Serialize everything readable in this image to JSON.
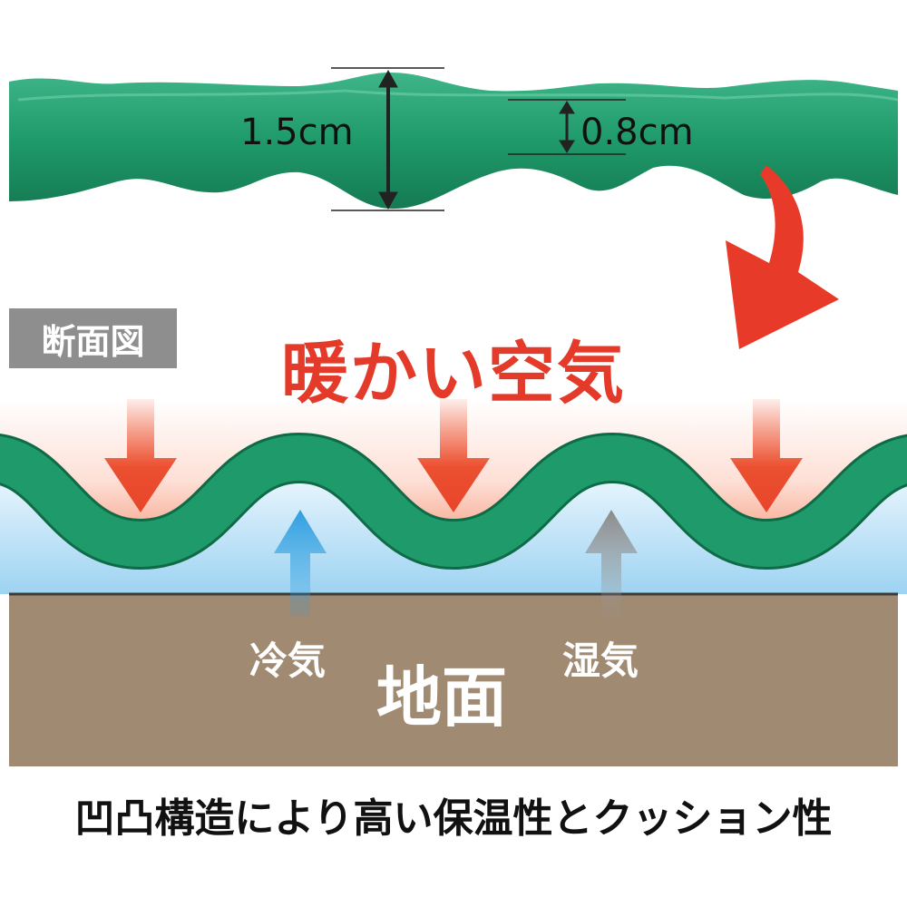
{
  "measurements": {
    "thick": "1.5cm",
    "thin": "0.8cm"
  },
  "section_label": "断面図",
  "warm_air_label": "暖かい空気",
  "cold_air_label": "冷気",
  "moisture_label": "湿気",
  "ground_label": "地面",
  "caption": "凹凸構造により高い保温性とクッション性",
  "colors": {
    "mat_green": "#1f9a6a",
    "warm_red": "#e33a2a",
    "ground_brown": "#a08a72",
    "cold_blue": "#2e9ee0",
    "label_gray": "#8e8e8e"
  }
}
